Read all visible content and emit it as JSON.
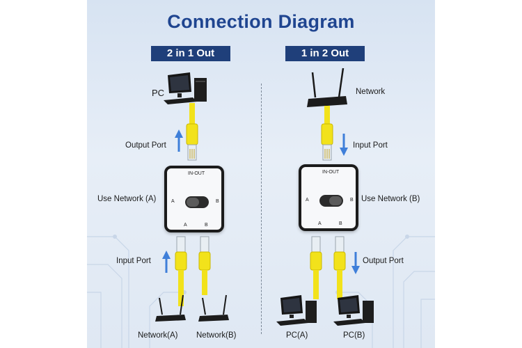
{
  "title": "Connection Diagram",
  "left": {
    "mode": "2 in 1 Out",
    "top_device": "PC",
    "arrow_port": "Output Port",
    "switch_port": "Use Network (A)",
    "bottom_port": "Input Port",
    "bottom_a": "Network(A)",
    "bottom_b": "Network(B)"
  },
  "right": {
    "mode": "1 in 2 Out",
    "top_device": "Network",
    "arrow_port": "Input Port",
    "switch_port": "Use Network (B)",
    "bottom_port": "Output Port",
    "bottom_a": "PC(A)",
    "bottom_b": "PC(B)"
  },
  "switch": {
    "label_top": "IN-OUT",
    "side_a": "A",
    "side_b": "B",
    "port_a": "A",
    "port_b": "B"
  },
  "colors": {
    "title": "#1f4590",
    "badge": "#1f3f7a",
    "cable": "#f2e21b",
    "arrow": "#3f7fd9"
  }
}
